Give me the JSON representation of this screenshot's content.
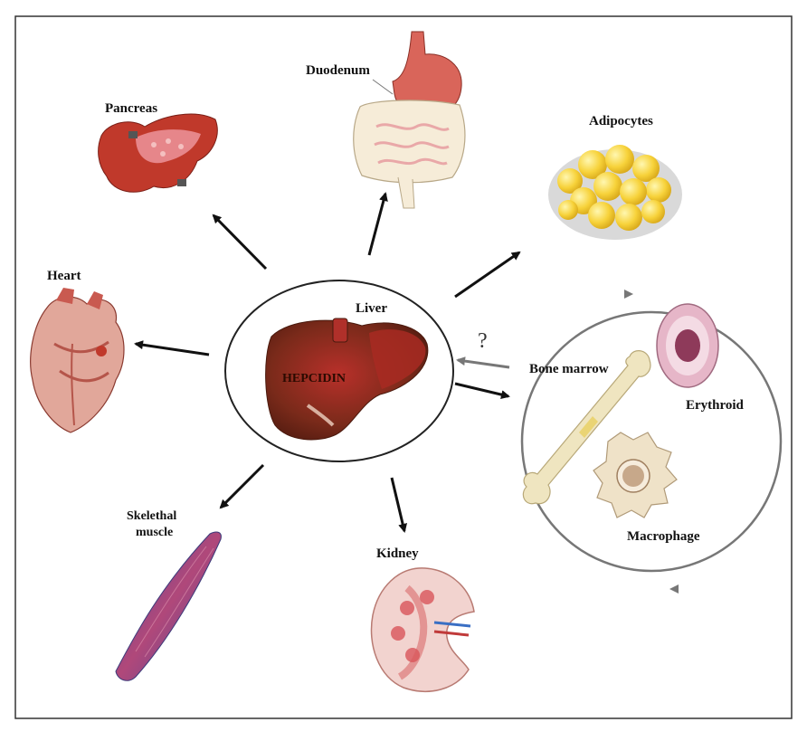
{
  "diagram": {
    "center": {
      "label": "Liver",
      "sublabel": "HEPCIDIN"
    },
    "targets": {
      "pancreas": "Pancreas",
      "duodenum": "Duodenum",
      "adipocytes": "Adipocytes",
      "heart": "Heart",
      "skeletal_muscle_line1": "Skelethal",
      "skeletal_muscle_line2": "muscle",
      "kidney": "Kidney"
    },
    "bone_marrow_group": {
      "bone_marrow": "Bone marrow",
      "erythroid": "Erythroid",
      "macrophage": "Macrophage",
      "feedback_mark": "?"
    }
  },
  "colors": {
    "liver": "#7a2a1a",
    "organ_red": "#c0392b",
    "adipocyte": "#f7d23a",
    "bone": "#efe5c0",
    "arrow": "#111111",
    "feedback_arrow": "#777777"
  }
}
